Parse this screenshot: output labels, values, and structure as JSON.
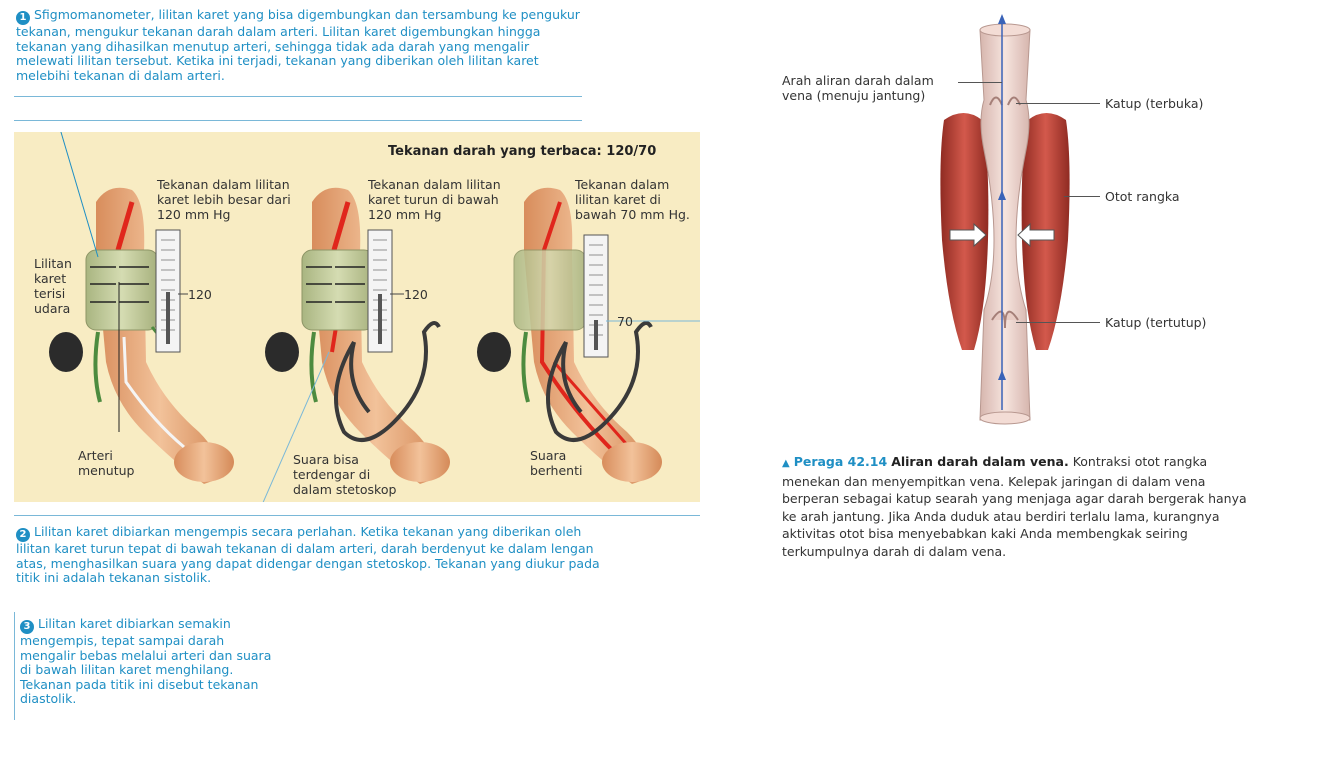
{
  "step1": {
    "number": "1",
    "text": "Sfigmomanometer, lilitan karet yang bisa digembungkan dan tersambung ke pengukur tekanan, mengukur tekanan darah dalam arteri. Lilitan karet digembungkan hingga tekanan yang dihasilkan menutup arteri, sehingga tidak ada darah yang mengalir melewati lilitan tersebut. Ketika ini terjadi, tekanan yang diberikan oleh lilitan karet melebihi tekanan di dalam arteri."
  },
  "step2": {
    "number": "2",
    "text": "Lilitan karet dibiarkan mengempis secara perlahan. Ketika tekanan yang diberikan oleh lilitan karet turun tepat di bawah tekanan di dalam arteri, darah berdenyut ke dalam lengan atas, menghasilkan suara yang dapat didengar dengan stetoskop. Tekanan yang diukur pada titik ini adalah tekanan sistolik."
  },
  "step3": {
    "number": "3",
    "text": "Lilitan karet dibiarkan semakin mengempis, tepat sampai darah mengalir bebas melalui arteri dan suara di bawah lilitan karet menghilang. Tekanan pada titik ini disebut tekanan diastolik."
  },
  "panel": {
    "title": "Tekanan darah yang terbaca: 120/70",
    "col1_top": "Tekanan dalam lilitan karet lebih besar dari 120 mm Hg",
    "col2_top": "Tekanan dalam lilitan karet turun di bawah 120 mm Hg",
    "col3_top": "Tekanan dalam lilitan karet di bawah 70 mm Hg.",
    "cuff_label": "Lilitan karet terisi udara",
    "gauge1": "120",
    "gauge2": "120",
    "gauge3": "70",
    "artery_label": "Arteri menutup",
    "sound_label": "Suara bisa terdengar di dalam stetoskop",
    "stop_label": "Suara berhenti"
  },
  "vein": {
    "flow_label": "Arah aliran darah dalam vena (menuju jantung)",
    "valve_open": "Katup (terbuka)",
    "muscle": "Otot rangka",
    "valve_closed": "Katup (tertutup)"
  },
  "caption": {
    "figure": "Peraga 42.14",
    "title": "Aliran darah dalam vena.",
    "body": "Kontraksi otot rangka menekan dan menyempitkan vena. Kelepak jaringan di dalam vena berperan sebagai katup searah yang menjaga agar darah bergerak hanya ke arah jantung. Jika Anda duduk atau berdiri terlalu lama, kurangnya aktivitas otot bisa menyebabkan kaki Anda membengkak seiring terkumpulnya darah di dalam vena."
  },
  "colors": {
    "accent": "#1f8fc4",
    "panel": "#f8ecc3",
    "artery": "#e0261c",
    "muscle": "#c0443a",
    "skin": "#e7a97a"
  }
}
